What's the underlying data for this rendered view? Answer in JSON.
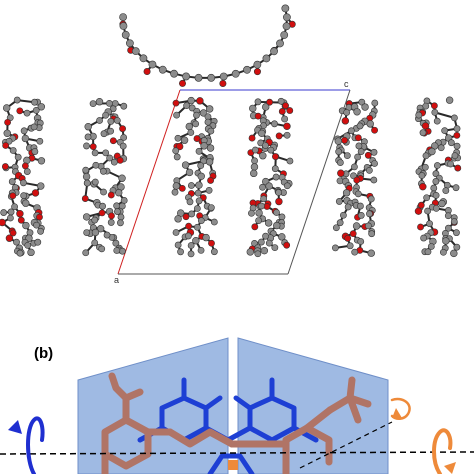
{
  "panel_b": {
    "label": "(b)"
  },
  "unit_cell": {
    "corner_top": "c",
    "corner_bottom": "a"
  },
  "colors": {
    "carbon": "#8c8c8c",
    "oxygen": "#d10f0f",
    "bond": "#2a2a2a",
    "cell_edge_red": "#d02020",
    "cell_edge_blue": "#3a3acf",
    "plane_fill": "#8eaede",
    "molecule_brown": "#b07466",
    "molecule_blue": "#1d3fd4",
    "arrow_left": "#1f2fd0",
    "arrow_right": "#ee8a3a",
    "axis_line": "#000000"
  },
  "icons": [
    "rotation-arrow-left-icon",
    "rotation-arrow-right-icon"
  ]
}
